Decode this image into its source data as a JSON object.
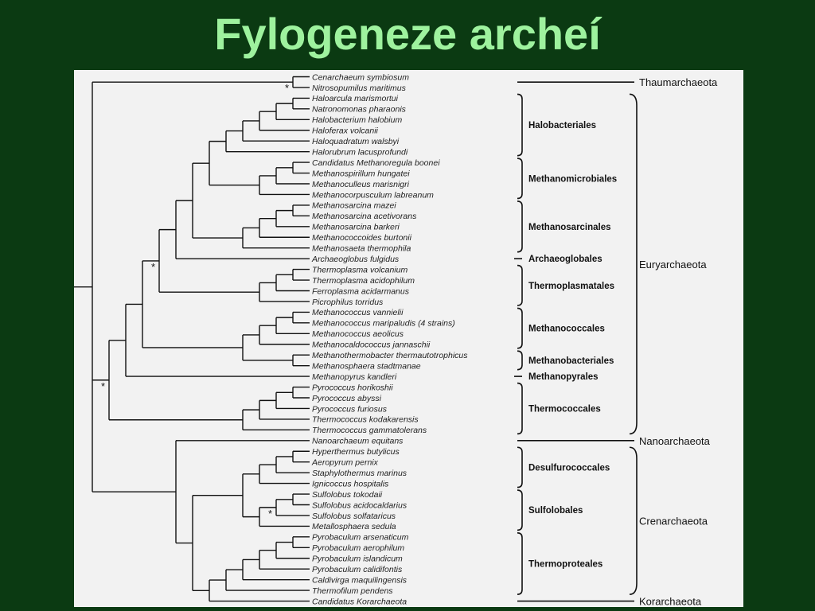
{
  "slide": {
    "title": "Fylogeneze archeí"
  },
  "taxa": [
    "Cenarchaeum symbiosum",
    "Nitrosopumilus maritimus",
    "Haloarcula marismortui",
    "Natronomonas pharaonis",
    "Halobacterium halobium",
    "Haloferax volcanii",
    "Haloquadratum walsbyi",
    "Halorubrum lacusprofundi",
    "Candidatus Methanoregula boonei",
    "Methanospirillum hungatei",
    "Methanoculleus marisnigri",
    "Methanocorpusculum labreanum",
    "Methanosarcina mazei",
    "Methanosarcina acetivorans",
    "Methanosarcina barkeri",
    "Methanococcoides burtonii",
    "Methanosaeta thermophila",
    "Archaeoglobus fulgidus",
    "Thermoplasma volcanium",
    "Thermoplasma acidophilum",
    "Ferroplasma acidarmanus",
    "Picrophilus torridus",
    "Methanococcus vannielii",
    "Methanococcus maripaludis (4 strains)",
    "Methanococcus aeolicus",
    "Methanocaldococcus jannaschii",
    "Methanothermobacter thermautotrophicus",
    "Methanosphaera stadtmanae",
    "Methanopyrus kandleri",
    "Pyrococcus horikoshii",
    "Pyrococcus abyssi",
    "Pyrococcus furiosus",
    "Thermococcus kodakarensis",
    "Thermococcus gammatolerans",
    "Nanoarchaeum equitans",
    "Hyperthermus butylicus",
    "Aeropyrum pernix",
    "Staphylothermus marinus",
    "Ignicoccus hospitalis",
    "Sulfolobus tokodaii",
    "Sulfolobus acidocaldarius",
    "Sulfolobus solfataricus",
    "Metallosphaera sedula",
    "Pyrobaculum arsenaticum",
    "Pyrobaculum aerophilum",
    "Pyrobaculum islandicum",
    "Pyrobaculum calidifontis",
    "Caldivirga maquilingensis",
    "Thermofilum pendens",
    "Candidatus Korarchaeota"
  ],
  "orders": [
    {
      "name": "Halobacteriales",
      "first": 2,
      "last": 7
    },
    {
      "name": "Methanomicrobiales",
      "first": 8,
      "last": 11
    },
    {
      "name": "Methanosarcinales",
      "first": 12,
      "last": 16
    },
    {
      "name": "Archaeoglobales",
      "first": 17,
      "last": 17
    },
    {
      "name": "Thermoplasmatales",
      "first": 18,
      "last": 21
    },
    {
      "name": "Methanococcales",
      "first": 22,
      "last": 25
    },
    {
      "name": "Methanobacteriales",
      "first": 26,
      "last": 27
    },
    {
      "name": "Methanopyrales",
      "first": 28,
      "last": 28
    },
    {
      "name": "Thermococcales",
      "first": 29,
      "last": 33
    },
    {
      "name": "Desulfurococcales",
      "first": 35,
      "last": 38
    },
    {
      "name": "Sulfolobales",
      "first": 39,
      "last": 42
    },
    {
      "name": "Thermoproteales",
      "first": 43,
      "last": 48
    }
  ],
  "phyla": [
    {
      "name": "Thaumarchaeota",
      "first": 0,
      "last": 1
    },
    {
      "name": "Euryarchaeota",
      "first": 2,
      "last": 33
    },
    {
      "name": "Nanoarchaeota",
      "first": 34,
      "last": 34
    },
    {
      "name": "Crenarchaeota",
      "first": 35,
      "last": 48
    },
    {
      "name": "Korarchaeota",
      "first": 49,
      "last": 49
    }
  ],
  "tree_newick": "(((Cenarchaeum symbiosum,Nitrosopumilus maritimus),((((((((((((Haloarcula marismortui,Natronomonas pharaonis),Halobacterium halobium),Haloferax volcanii),Haloquadratum walsbyi),Halorubrum lacusprofundi),(((Candidatus Methanoregula boonei,Methanospirillum hungatei),Methanoculleus marisnigri),Methanocorpusculum labreanum)),((((Methanosarcina mazei,Methanosarcina acetivorans),Methanosarcina barkeri),Methanococcoides burtonii),Methanosaeta thermophila)),Archaeoglobus fulgidus),(((Thermoplasma volcanium,Thermoplasma acidophilum),Ferroplasma acidarmanus),Picrophilus torridus)),((((Methanococcus vannielii,Methanococcus maripaludis),Methanococcus aeolicus),Methanocaldococcus jannaschii),(Methanothermobacter thermautotrophicus,Methanosphaera stadtmanae))),Methanopyrus kandleri),((((Pyrococcus horikoshii,Pyrococcus abyssi),Pyrococcus furiosus),Thermococcus kodakarensis),Thermococcus gammatolerans)),(Nanoarchaeum equitans,(((((Hyperthermus butylicus,Aeropyrum pernix),Staphylothermus marinus),Ignicoccus hospitalis),(((Sulfolobus tokodaii,Sulfolobus acidocaldarius),Sulfolobus solfataricus),Metallosphaera sedula)),((((((Pyrobaculum arsenaticum,Pyrobaculum aerophilum),Pyrobaculum islandicum),Pyrobaculum calidifontis),Caldivirga maquilingensis),Thermofilum pendens),Candidatus Korarchaeota))))))",
  "markers": [
    "*",
    "*",
    "*",
    "*"
  ],
  "colors": {
    "background": "#0b3a12",
    "title": "#9ef29e",
    "panel": "#f2f2f2",
    "line": "#111111"
  }
}
